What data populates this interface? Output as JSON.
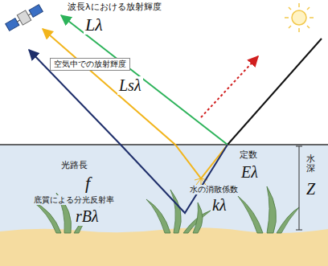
{
  "diagram": {
    "labels": [
      "波長λにおける放射輝度",
      "Lλ",
      "空気中での放射輝度",
      "Lsλ",
      "光路長",
      "f",
      "定数",
      "Eλ",
      "水深",
      "Z",
      "底質による分光反射率",
      "rBλ",
      "水の消散係数",
      "kλ"
    ]
  }
}
